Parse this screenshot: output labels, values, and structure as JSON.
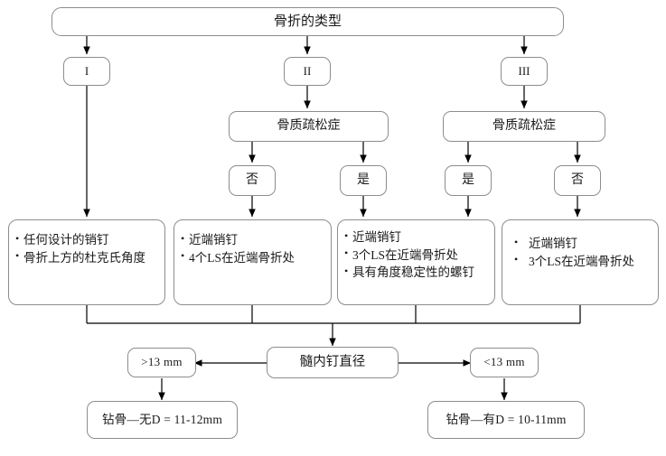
{
  "diagram": {
    "type": "flowchart",
    "language": "zh-CN",
    "title": "骨折的类型",
    "colors": {
      "node_border": "#8d8d8d",
      "node_fill": "#ffffff",
      "connector": "#000000",
      "text": "#1a1a1a"
    },
    "root": {
      "label": "骨折的类型"
    },
    "type_nodes": [
      {
        "label": "I"
      },
      {
        "label": "II"
      },
      {
        "label": "III"
      }
    ],
    "osteoporosis_nodes": [
      {
        "label": "骨质疏松症"
      },
      {
        "label": "骨质疏松症"
      }
    ],
    "decision_nodes": [
      {
        "label": "否"
      },
      {
        "label": "是"
      },
      {
        "label": "是"
      },
      {
        "label": "否"
      }
    ],
    "treatment_boxes": [
      {
        "items": [
          "任何设计的销钉",
          "骨折上方的杜克氏角度"
        ]
      },
      {
        "items": [
          "近端销钉",
          "4个LS在近端骨折处"
        ]
      },
      {
        "items": [
          "近端销钉",
          "3个LS在近端骨折处",
          "具有角度稳定性的螺钉"
        ]
      },
      {
        "items": [
          "近端销钉",
          "3个LS在近端骨折处"
        ]
      }
    ],
    "diameter_node": {
      "label": "髓内钉直径"
    },
    "diameter_branches": [
      {
        "label": ">13  mm"
      },
      {
        "label": "<13  mm"
      }
    ],
    "results": [
      {
        "label": "钻骨—无D =  11-12mm"
      },
      {
        "label": "钻骨—有D =  10-11mm"
      }
    ]
  }
}
